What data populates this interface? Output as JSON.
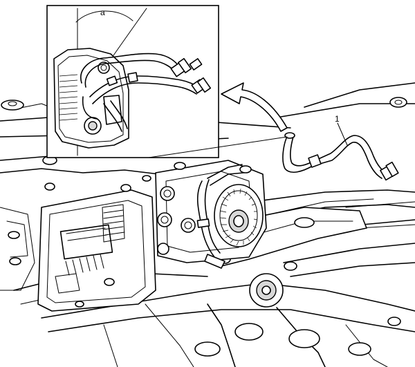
{
  "diagram": {
    "callouts": [
      {
        "id": "callout-1",
        "label": "1"
      },
      {
        "id": "callout-a",
        "label": "a"
      }
    ]
  }
}
